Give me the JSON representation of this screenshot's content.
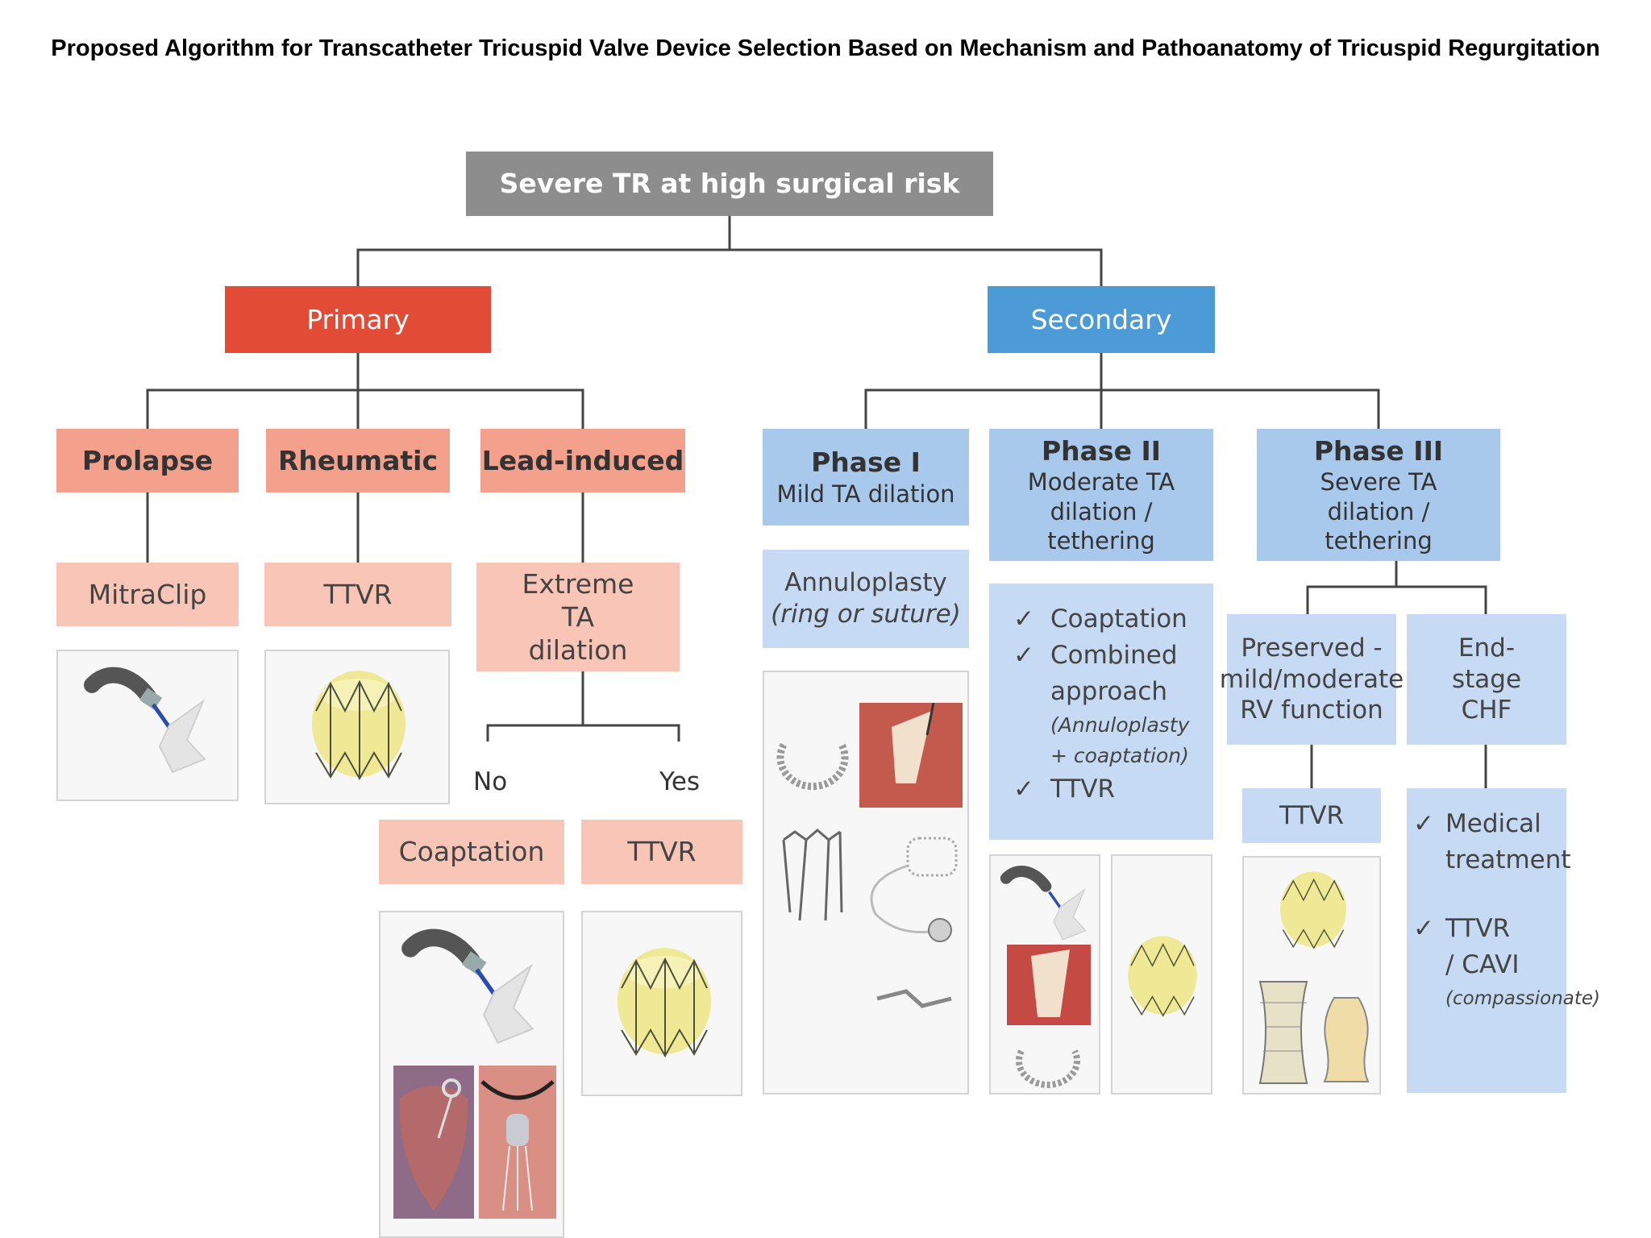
{
  "title": "Proposed Algorithm for Transcatheter Tricuspid Valve Device Selection Based on Mechanism and Pathoanatomy of Tricuspid Regurgitation",
  "root": "Severe TR at high surgical risk",
  "primary": {
    "label": "Primary",
    "prolapse": "Prolapse",
    "rheumatic": "Rheumatic",
    "lead_induced": "Lead-induced",
    "mitraclip": "MitraClip",
    "ttvr": "TTVR",
    "extreme_ta": "Extreme TA dilation",
    "no": "No",
    "yes": "Yes",
    "coaptation": "Coaptation",
    "ttvr_yes": "TTVR"
  },
  "secondary": {
    "label": "Secondary",
    "phase1_title": "Phase I",
    "phase1_desc": "Mild TA dilation",
    "phase2_title": "Phase II",
    "phase2_desc": "Moderate TA dilation / tethering",
    "phase3_title": "Phase III",
    "phase3_desc": "Severe TA dilation / tethering",
    "annuloplasty": "Annuloplasty",
    "annuloplasty_note": "(ring or suture)",
    "phase2_items": [
      "Coaptation",
      "Combined approach",
      "TTVR"
    ],
    "phase2_note": "(Annuloplasty + coaptation)",
    "preserved": "Preserved - mild/moderate RV function",
    "end_stage": "End-stage CHF",
    "ttvr": "TTVR",
    "end_items": [
      "Medical treatment",
      "TTVR / CAVI"
    ],
    "end_note": "(compassionate)"
  },
  "icons": [
    "clip-device-icon",
    "valve-icon",
    "ring-icon",
    "heart-anatomy-icon",
    "stent-valve-icon"
  ],
  "colors": {
    "root": "#8d8d8d",
    "primary": "#e24b36",
    "primary_light": "#f3a18c",
    "primary_lighter": "#f8c5b6",
    "secondary": "#4d9bd6",
    "secondary_light": "#a8c8ec",
    "secondary_lighter": "#c6dbf3"
  }
}
